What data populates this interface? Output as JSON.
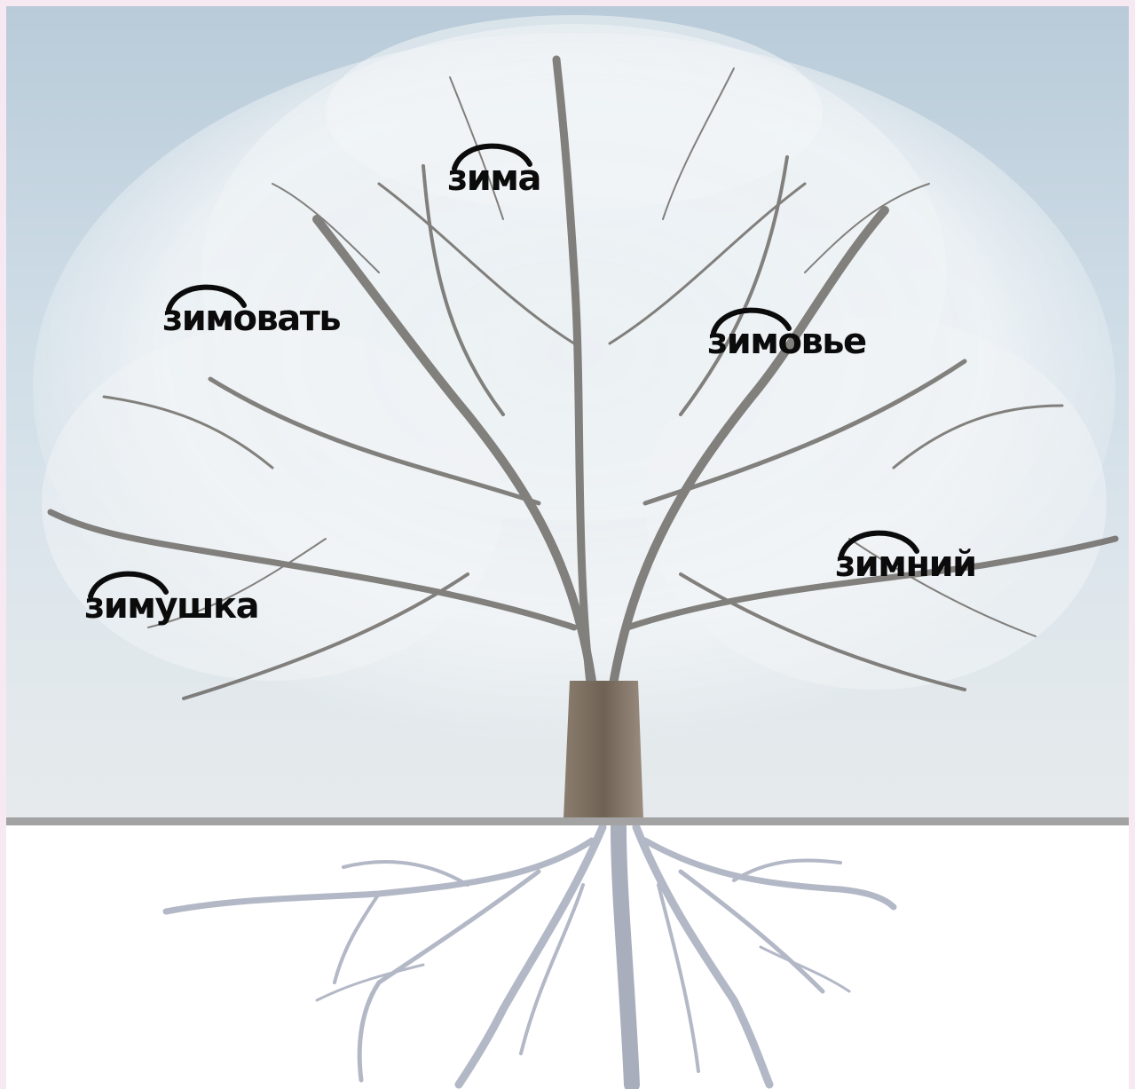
{
  "words": {
    "w1": "зима",
    "w2": "зимовать",
    "w3": "зимовье",
    "w4": "зимушка",
    "w5": "зимний"
  },
  "colors": {
    "sky_top": "#b9cbd9",
    "sky_bottom": "#e6eaec",
    "ground": "#ffffff",
    "horizon_line": "#a3a3a3",
    "trunk": "#7a6b5c",
    "frost": "#f4f6f8",
    "branches": "#5e5a55",
    "roots": "#b8bcc8",
    "text": "#0b0b0b",
    "page_border": "#f6e9f1"
  },
  "icons": [
    "tree-image",
    "roots-image",
    "root-arc-icon"
  ]
}
